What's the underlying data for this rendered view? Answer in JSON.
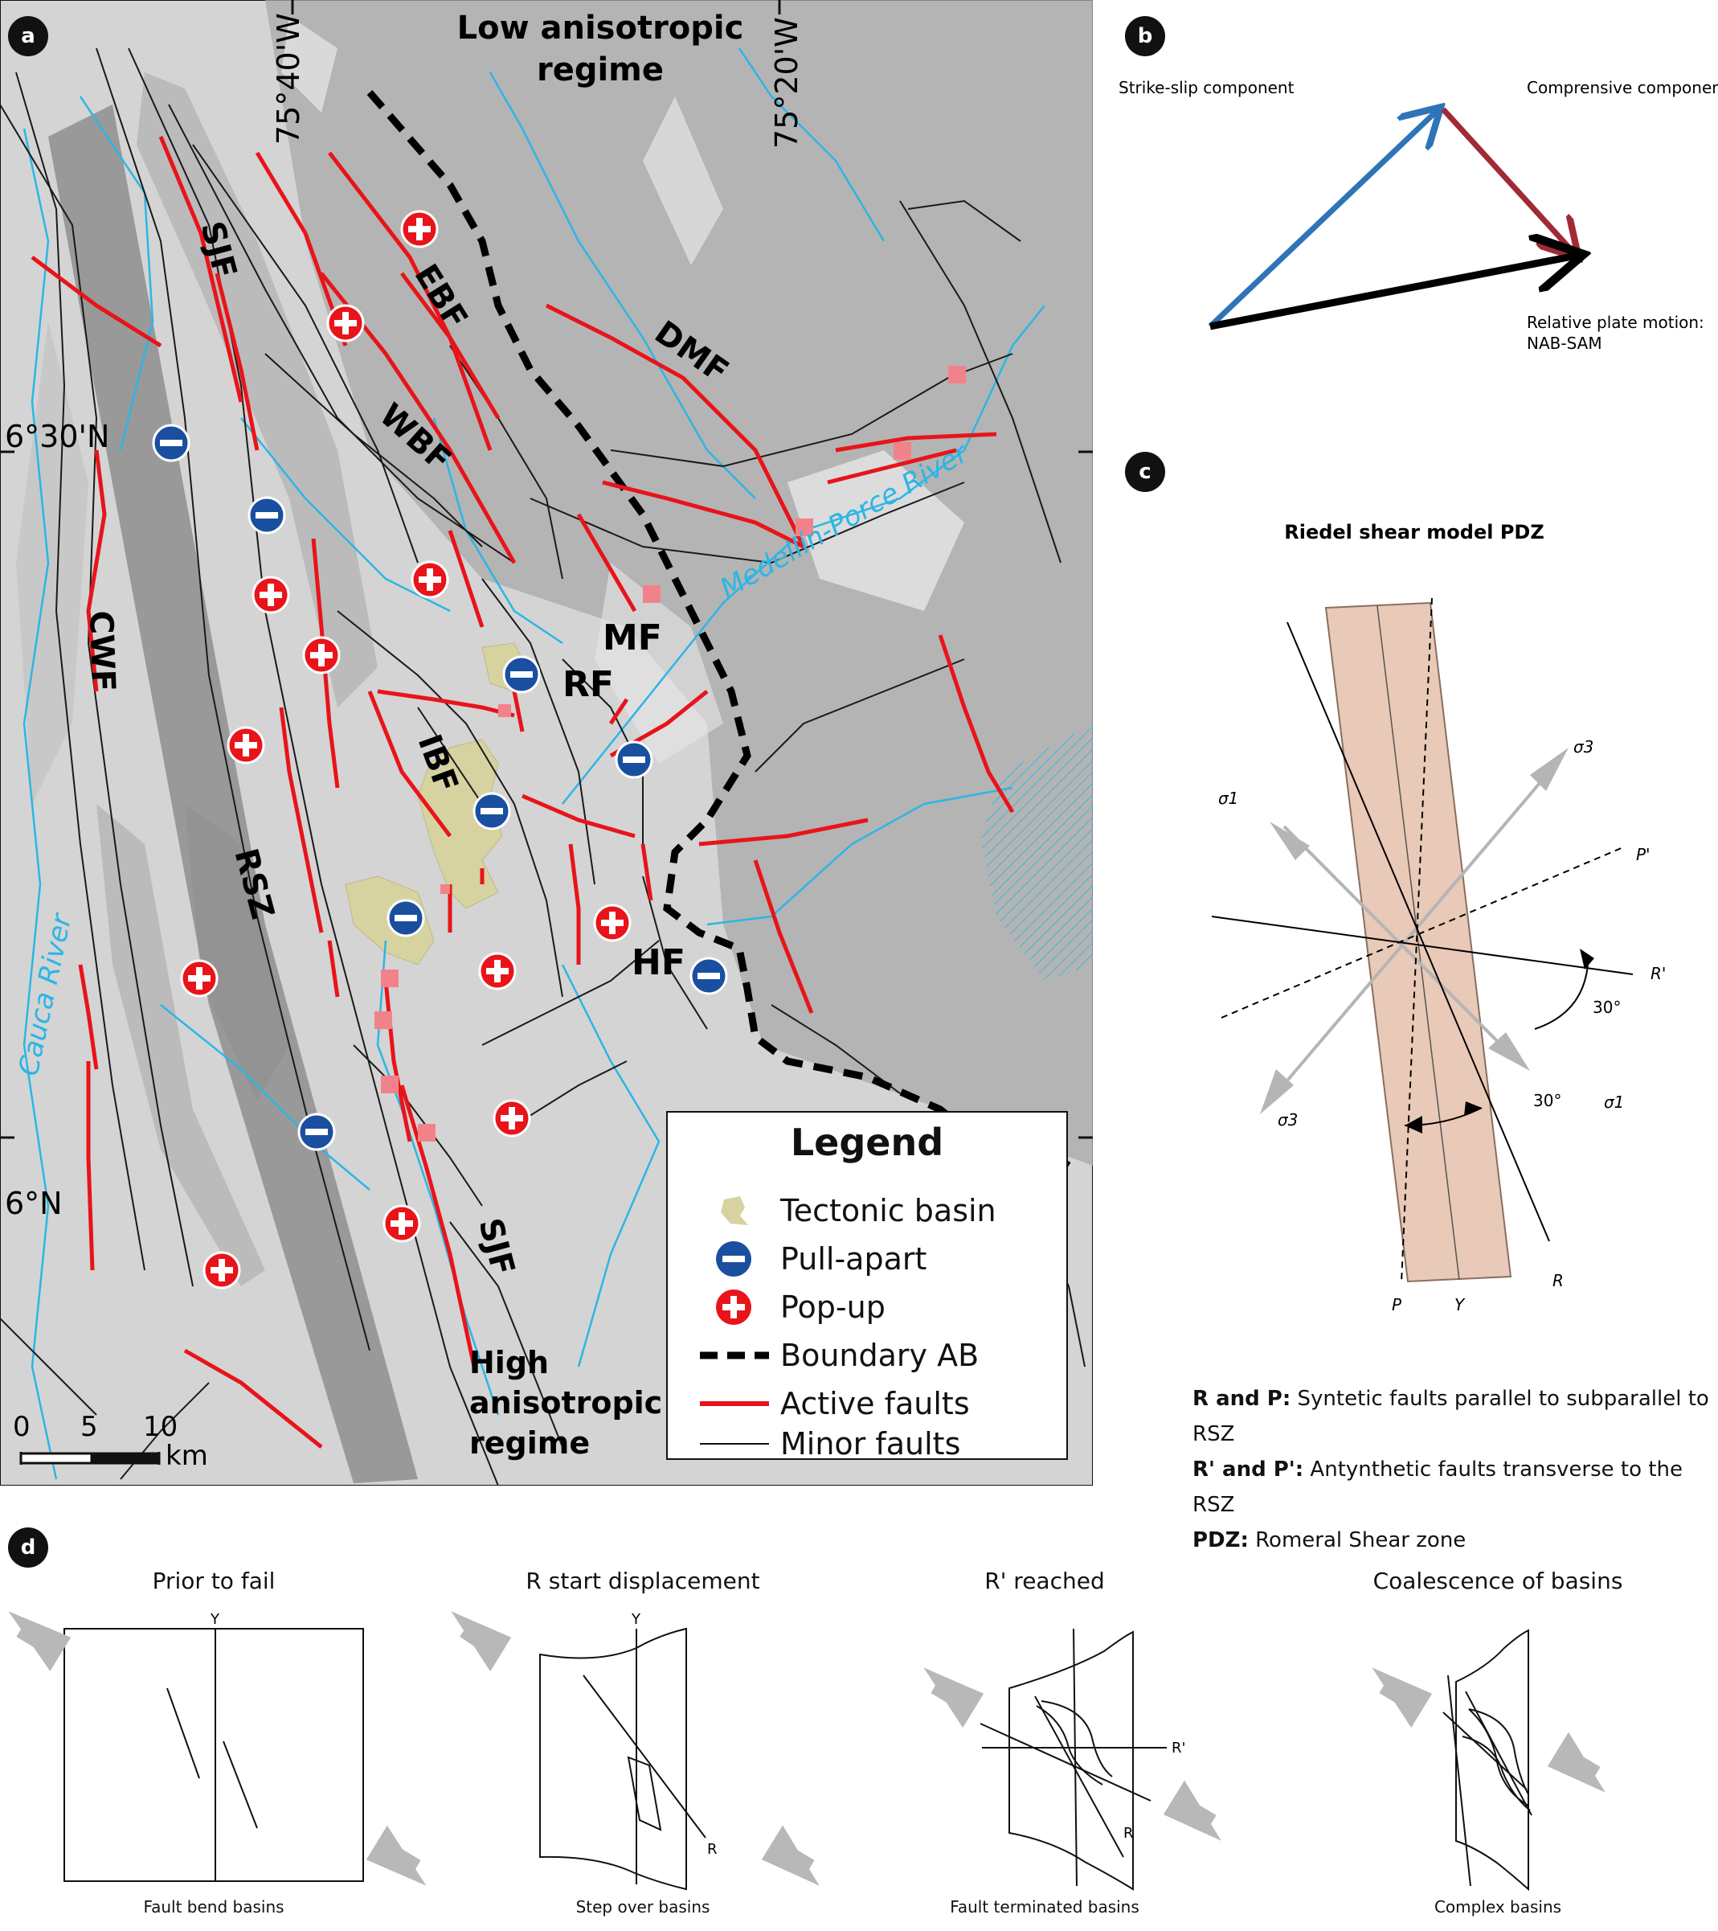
{
  "panels": {
    "a": "a",
    "b": "b",
    "c": "c",
    "d": "d"
  },
  "map": {
    "regime_low": [
      "Low anisotropic",
      "regime"
    ],
    "regime_high": [
      "High",
      "anisotropic",
      "regime"
    ],
    "lon_labels": [
      "75°40'W",
      "75°20'W"
    ],
    "lat_labels": [
      "6°30'N",
      "6°N"
    ],
    "fault_labels": [
      "SJF",
      "EBF",
      "WBF",
      "DMF",
      "MF",
      "RF",
      "IBF",
      "RSZ",
      "CWF",
      "HF",
      "SJF"
    ],
    "river_labels": [
      "Medellín-Porce River",
      "Cauca River"
    ],
    "scale": {
      "ticks": [
        "0",
        "5",
        "10"
      ],
      "unit": "km"
    },
    "colors": {
      "active_fault": "#e8141a",
      "minor_fault": "#1a1a1a",
      "river": "#2bb6e6",
      "basin": "#d6d3a0",
      "pullapart": "#1a4fa0",
      "popup": "#e8141a",
      "boundary": "#000000"
    }
  },
  "legend": {
    "title": "Legend",
    "items": [
      "Tectonic basin",
      "Pull-apart",
      "Pop-up",
      "Boundary AB",
      "Active faults",
      "Minor faults"
    ]
  },
  "panel_b": {
    "strike_slip": "Strike-slip component",
    "compressive": "Comprensive component",
    "relative_motion": [
      "Relative plate motion:",
      "NAB-SAM"
    ],
    "colors": {
      "strike_slip": "#2f73b8",
      "compressive": "#a12a35",
      "resultant": "#000000"
    }
  },
  "panel_c": {
    "title": "Riedel shear model PDZ",
    "sigma1": "σ1",
    "sigma3": "σ3",
    "labels": {
      "P_prime": "P'",
      "R_prime": "R'",
      "R": "R",
      "P": "P",
      "Y": "Y"
    },
    "angles": [
      "30°",
      "30°"
    ],
    "colors": {
      "zone": "#e9c9b7",
      "stress_arrow": "#b5b5b5"
    }
  },
  "notes": [
    {
      "key": "R and P:",
      "text": " Syntetic faults parallel to subparallel to RSZ"
    },
    {
      "key": "R' and P':",
      "text": " Antynthetic faults transverse to the RSZ"
    },
    {
      "key": "PDZ:",
      "text": " Romeral Shear zone"
    }
  ],
  "panel_d": {
    "stages": [
      {
        "title": "Prior to fail",
        "caption": "Fault bend basins"
      },
      {
        "title": "R start displacement",
        "caption": "Step over basins"
      },
      {
        "title": "R' reached",
        "caption": "Fault terminated basins"
      },
      {
        "title": "Coalescence of basins",
        "caption": "Complex basins"
      }
    ],
    "labels": {
      "Y": "Y",
      "R": "R",
      "R_prime": "R'"
    }
  }
}
